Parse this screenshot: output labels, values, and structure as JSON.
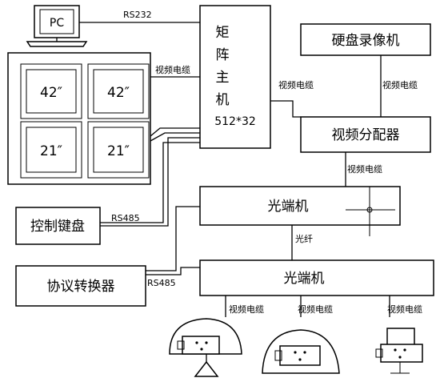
{
  "nodes": {
    "pc": "PC",
    "matrix_chars": [
      "矩",
      "阵",
      "主",
      "机"
    ],
    "matrix_spec": "512*32",
    "dvr": "硬盘录像机",
    "distributor": "视频分配器",
    "optical_top": "光端机",
    "optical_bottom": "光端机",
    "keyboard": "控制键盘",
    "protocol": "协议转换器",
    "monitors": [
      "42″",
      "42″",
      "21″",
      "21″"
    ]
  },
  "links": {
    "pc_matrix": "RS232",
    "monitors_matrix": "视频电缆",
    "matrix_distributor": "视频电缆",
    "dvr_distributor": "视频电缆",
    "distributor_optical": "视频电缆",
    "keyboard": "RS485",
    "protocol": "RS485",
    "fiber": "光纤",
    "cam1": "视频电缆",
    "cam2": "视频电缆",
    "cam3": "视频电缆"
  }
}
